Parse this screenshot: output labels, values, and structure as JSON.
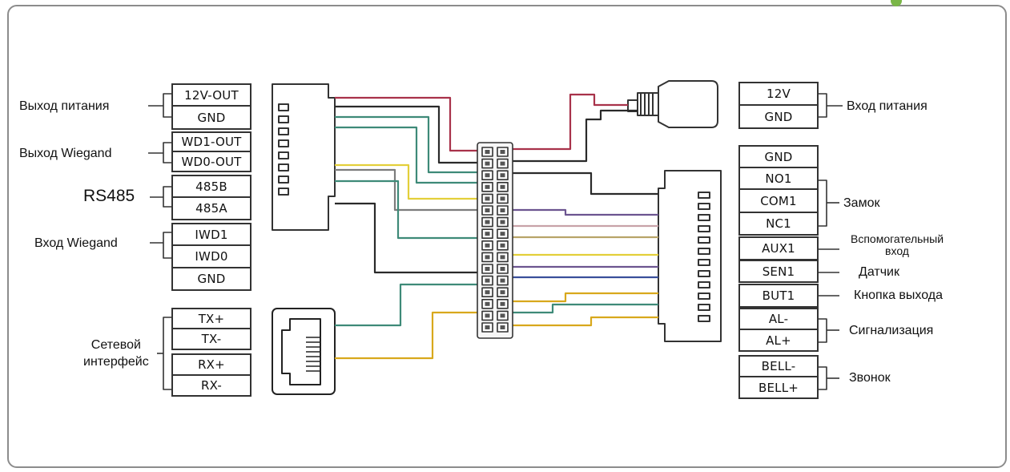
{
  "left": {
    "power_out": {
      "label": "Выход питания",
      "terms": [
        "12V-OUT",
        "GND"
      ]
    },
    "wiegand_out": {
      "label": "Выход Wiegand",
      "terms": [
        "WD1-OUT",
        "WD0-OUT"
      ]
    },
    "rs485": {
      "label": "RS485",
      "terms": [
        "485B",
        "485A"
      ]
    },
    "wiegand_in": {
      "label": "Вход Wiegand",
      "terms": [
        "IWD1",
        "IWD0",
        "GND"
      ]
    },
    "network": {
      "label_line1": "Сетевой",
      "label_line2": "интерфейс",
      "terms": [
        "TX+",
        "TX-",
        "RX+",
        "RX-"
      ]
    }
  },
  "right": {
    "power_in": {
      "label": "Вход питания",
      "terms": [
        "12V",
        "GND"
      ]
    },
    "ground": {
      "terms": [
        "GND"
      ]
    },
    "lock": {
      "label": "Замок",
      "terms": [
        "NO1",
        "COM1",
        "NC1"
      ]
    },
    "aux": {
      "label_line1": "Вспомогательный",
      "label_line2": "вход",
      "terms": [
        "AUX1"
      ]
    },
    "sensor": {
      "label": "Датчик",
      "terms": [
        "SEN1"
      ]
    },
    "exit_button": {
      "label": "Кнопка выхода",
      "terms": [
        "BUT1"
      ]
    },
    "alarm": {
      "label": "Сигнализация",
      "terms": [
        "AL-",
        "AL+"
      ]
    },
    "bell": {
      "label": "Звонок",
      "terms": [
        "BELL-",
        "BELL+"
      ]
    }
  },
  "wire_colors": {
    "red": "#a8324a",
    "black": "#2a2a2a",
    "green": "#3e8a78",
    "yellow": "#e3cf3a",
    "purple": "#6c5590",
    "pink": "#c8a2a8",
    "tan": "#b8a468",
    "orange": "#d8a81c",
    "gray": "#7c7c7c",
    "blue": "#3a4f9a"
  },
  "frame_color": "#8c8c8c",
  "accent_leaf_color": "#7ab648"
}
